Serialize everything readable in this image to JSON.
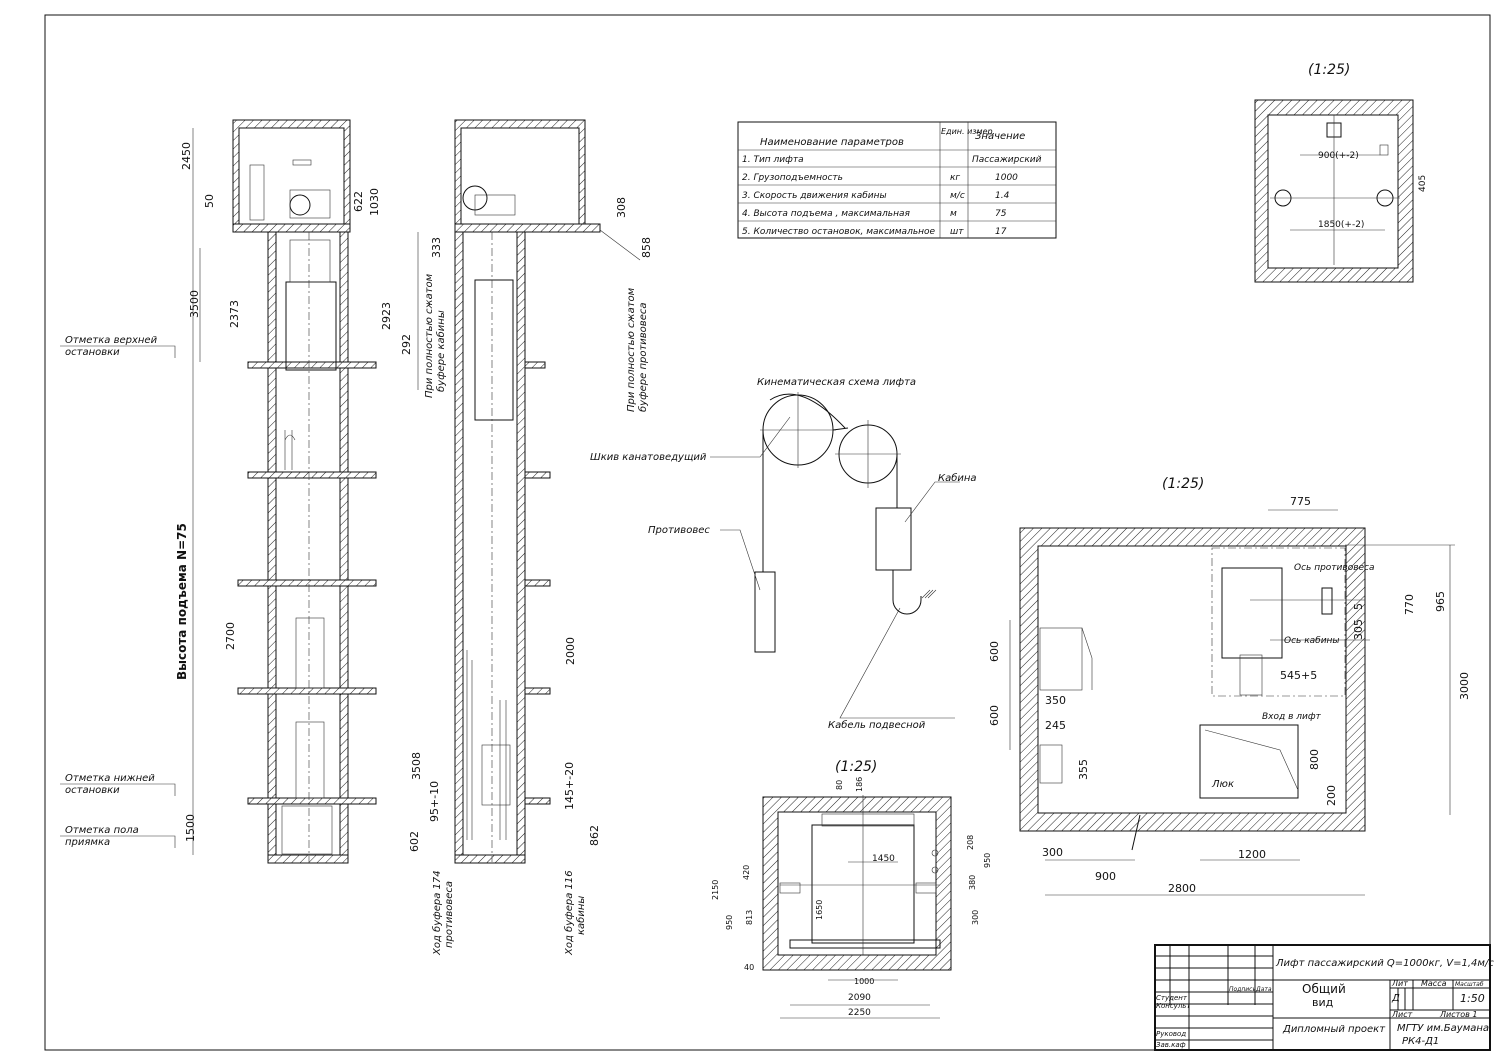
{
  "params_table": {
    "headers": [
      "Наименование параметров",
      "Един. измер.",
      "Значение"
    ],
    "rows": [
      [
        "1. Тип лифта",
        "",
        "Пассажирский"
      ],
      [
        "2. Грузоподъемность",
        "кг",
        "1000"
      ],
      [
        "3. Скорость движения кабины",
        "м/с",
        "1.4"
      ],
      [
        "4. Высота подъема , максимальная",
        "м",
        "75"
      ],
      [
        "5. Количество остановок, максимальное",
        "шт",
        "17"
      ]
    ]
  },
  "title_block": {
    "name": "Лифт пассажирский Q=1000кг, V=1,4м/с",
    "view_line1": "Общий",
    "view_line2": "вид",
    "project": "Дипломный проект",
    "org_line1": "МГТУ им.Баумана",
    "org_line2": "РК4-Д1",
    "lit_label": "Лит",
    "mass_label": "Масса",
    "scale_label": "Масштаб",
    "lit_value": "Д",
    "scale": "1:50",
    "sheet_label": "Лист",
    "sheets_label": "Листов 1",
    "signature_label": "Подпись",
    "date_label": "Дата",
    "roles": [
      "Студент",
      "Консульт",
      "Руковод",
      "Зав.каф"
    ]
  },
  "shaft_elevation": {
    "travel_height": "Высота подъема N=75",
    "marks": [
      [
        "Отметка верхней",
        "остановки"
      ],
      [
        "Отметка нижней",
        "остановки"
      ],
      [
        "Отметка пола",
        "приямка"
      ]
    ],
    "dims": [
      "2450",
      "50",
      "3500",
      "2373",
      "2923",
      "292",
      "622",
      "1030",
      "2700",
      "1500"
    ]
  },
  "side_elevation": {
    "notes": [
      [
        "При полностью сжатом",
        "буфере кабины"
      ],
      [
        "При полностью сжатом",
        "буфере противовеса"
      ],
      [
        "Ход буфера 174",
        "противовеса"
      ],
      [
        "Ход буфера 116",
        "кабины"
      ]
    ],
    "dims": [
      "308",
      "333",
      "858",
      "2000",
      "3508",
      "95+-10",
      "145+-20",
      "602",
      "862"
    ]
  },
  "kinematic_scheme": {
    "title": "Кинематическая схема лифта",
    "sheave": "Шкив канатоведущий",
    "counterweight": "Противовес",
    "cabin": "Кабина",
    "cable": "Кабель подвесной"
  },
  "plan_machine_room": {
    "scale": "(1:25)",
    "dims": [
      "900(+-2)",
      "1850(+-2)",
      "405"
    ]
  },
  "plan_pit": {
    "scale": "(1:25)",
    "labels": {
      "cw_axis": "Ось противовеса",
      "cab_axis": "Ось кабины",
      "entry": "Вход в лифт",
      "hatch": "Люк"
    },
    "dims": [
      "775",
      "305",
      "5",
      "770",
      "965",
      "3000",
      "600",
      "600",
      "350",
      "245",
      "355",
      "545+5",
      "800",
      "200",
      "300",
      "900",
      "1200",
      "2800"
    ]
  },
  "plan_cabin": {
    "scale": "(1:25)",
    "dims": [
      "80",
      "186",
      "1450",
      "208",
      "950",
      "420",
      "380",
      "2150",
      "813",
      "1650",
      "950",
      "300",
      "40",
      "1000",
      "2090",
      "2250"
    ]
  }
}
